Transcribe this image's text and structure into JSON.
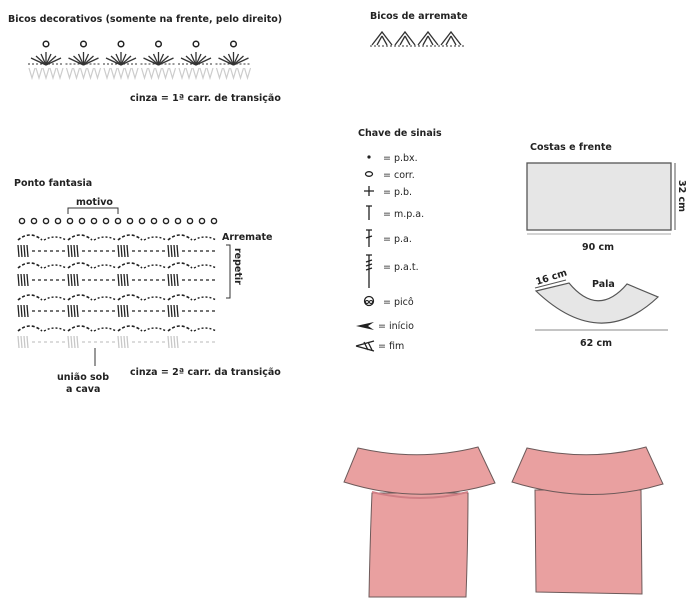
{
  "decorative": {
    "title": "Bicos decorativos (somente na frente, pelo direito)",
    "note": "cinza = 1ª carr. de transição"
  },
  "edging": {
    "title": "Bicos de arremate"
  },
  "pattern": {
    "title": "Ponto fantasia",
    "motif_label": "motivo",
    "finish_label": "Arremate",
    "repeat_label": "repetir",
    "join_label_1": "união sob",
    "join_label_2": "a cava",
    "note": "cinza = 2ª carr. da transição"
  },
  "legend": {
    "title": "Chave de sinais",
    "items": [
      {
        "icon": "dot-icon",
        "label": "= p.bx."
      },
      {
        "icon": "oval-icon",
        "label": "= corr."
      },
      {
        "icon": "cross-icon",
        "label": "= p.b."
      },
      {
        "icon": "half-double-icon",
        "label": "= m.p.a."
      },
      {
        "icon": "double-icon",
        "label": "= p.a."
      },
      {
        "icon": "triple-icon",
        "label": "= p.a.t."
      },
      {
        "icon": "picot-icon",
        "label": "= picô"
      },
      {
        "icon": "start-arrow-icon",
        "label": "= início"
      },
      {
        "icon": "end-arrow-icon",
        "label": "= fim"
      }
    ]
  },
  "schematic": {
    "title": "Costas e frente",
    "height_label": "32 cm",
    "width_label": "90 cm",
    "yoke_label": "Pala",
    "yoke_depth_label": "16 cm",
    "yoke_width_label": "62 cm"
  },
  "colors": {
    "blouse": "#e9a0a0",
    "outline": "#6d5a5a",
    "panel": "#e6e6e6",
    "gray_stitch": "#c8c8c8"
  }
}
